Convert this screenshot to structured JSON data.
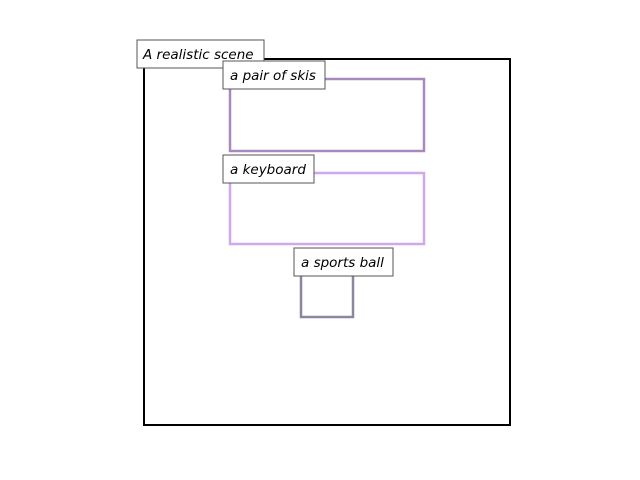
{
  "scene": {
    "label": "A realistic scene",
    "border_color": "#000000"
  },
  "objects": [
    {
      "label": "a pair of skis",
      "color": "#a889bf"
    },
    {
      "label": "a keyboard",
      "color": "#d2a8ec"
    },
    {
      "label": "a sports ball",
      "color": "#8d869f"
    }
  ],
  "label_box": {
    "fill": "#ffffff",
    "border": "#555555"
  }
}
